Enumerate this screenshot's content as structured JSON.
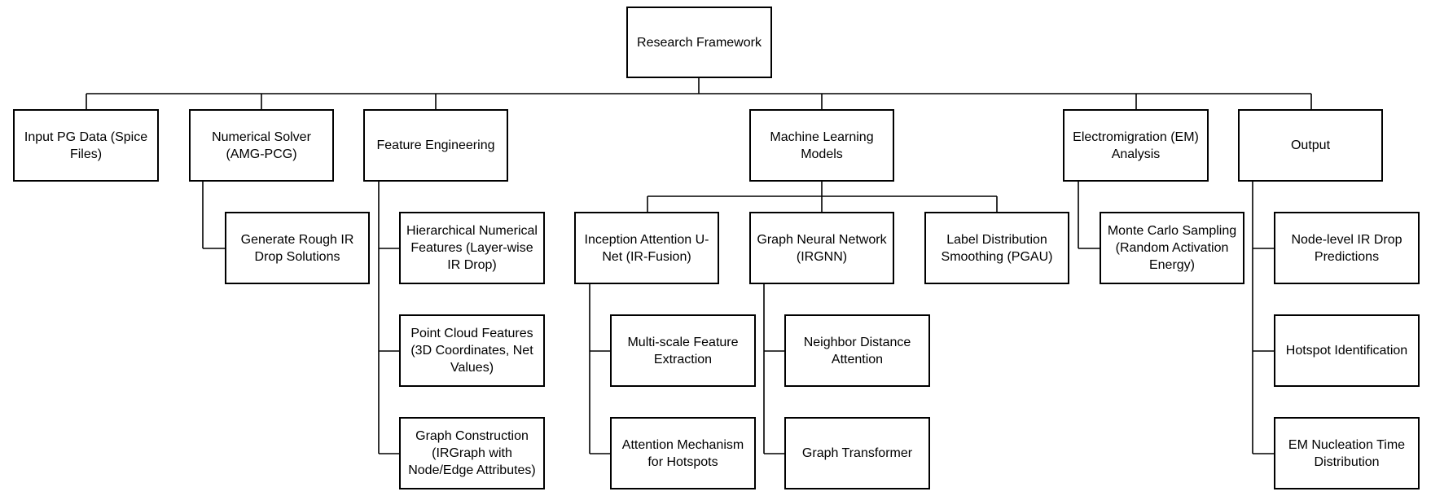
{
  "diagram": {
    "root": {
      "label": "Research Framework"
    },
    "branches": [
      {
        "id": "input",
        "label": "Input PG Data (Spice Files)",
        "children": []
      },
      {
        "id": "solver",
        "label": "Numerical Solver (AMG-PCG)",
        "children": [
          {
            "label": "Generate Rough IR Drop Solutions",
            "children": []
          }
        ]
      },
      {
        "id": "features",
        "label": "Feature Engineering",
        "children": [
          {
            "label": "Hierarchical Numerical Features (Layer-wise IR Drop)",
            "children": []
          },
          {
            "label": "Point Cloud Features (3D Coordinates, Net Values)",
            "children": []
          },
          {
            "label": "Graph Construction (IRGraph with Node/Edge Attributes)",
            "children": []
          }
        ]
      },
      {
        "id": "ml",
        "label": "Machine Learning Models",
        "children": [
          {
            "label": "Inception Attention U-Net (IR-Fusion)",
            "children": [
              {
                "label": "Multi-scale Feature Extraction"
              },
              {
                "label": "Attention Mechanism for Hotspots"
              }
            ]
          },
          {
            "label": "Graph Neural Network (IRGNN)",
            "children": [
              {
                "label": "Neighbor Distance Attention"
              },
              {
                "label": "Graph Transformer"
              }
            ]
          },
          {
            "label": "Label Distribution Smoothing (PGAU)",
            "children": []
          }
        ]
      },
      {
        "id": "em",
        "label": "Electromigration (EM) Analysis",
        "children": [
          {
            "label": "Monte Carlo Sampling (Random Activation Energy)",
            "children": []
          }
        ]
      },
      {
        "id": "output",
        "label": "Output",
        "children": [
          {
            "label": "Node-level IR Drop Predictions",
            "children": []
          },
          {
            "label": "Hotspot Identification",
            "children": []
          },
          {
            "label": "EM Nucleation Time Distribution",
            "children": []
          }
        ]
      }
    ]
  }
}
